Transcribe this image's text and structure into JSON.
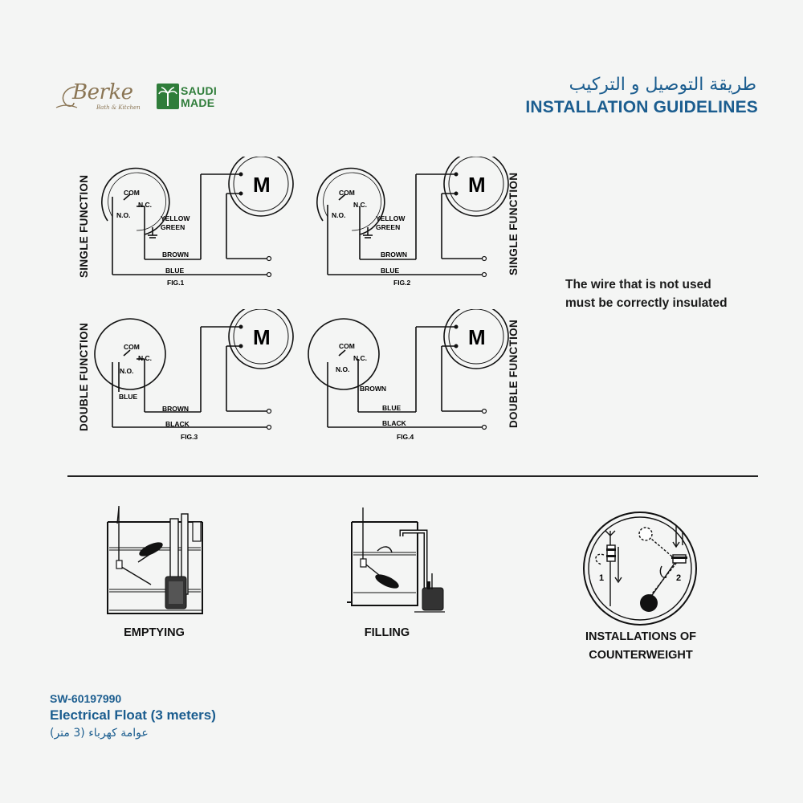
{
  "header": {
    "brand_name": "Berke",
    "brand_tagline": "Bath & Kitchen",
    "saudi_made_line1": "SAUDI",
    "saudi_made_line2": "MADE",
    "title_ar": "طريقة التوصيل و التركيب",
    "title_en": "INSTALLATION GUIDELINES"
  },
  "labels": {
    "single_function": "SINGLE FUNCTION",
    "double_function": "DOUBLE FUNCTION"
  },
  "figures": {
    "fig1": {
      "caption": "FIG.1",
      "com": "COM",
      "no": "N.O.",
      "nc": "N.C.",
      "yellow": "YELLOW",
      "green": "GREEN",
      "wire_top": "BROWN",
      "wire_bottom": "BLUE",
      "motor": "M"
    },
    "fig2": {
      "caption": "FIG.2",
      "com": "COM",
      "no": "N.O.",
      "nc": "N.C.",
      "yellow": "YELLOW",
      "green": "GREEN",
      "wire_top": "BROWN",
      "wire_bottom": "BLUE",
      "motor": "M"
    },
    "fig3": {
      "caption": "FIG.3",
      "com": "COM",
      "no": "N.O.",
      "nc": "N.C.",
      "inner": "BLUE",
      "wire_top": "BROWN",
      "wire_bottom": "BLACK",
      "motor": "M"
    },
    "fig4": {
      "caption": "FIG.4",
      "com": "COM",
      "no": "N.O.",
      "nc": "N.C.",
      "inner": "BROWN",
      "wire_top": "BLUE",
      "wire_bottom": "BLACK",
      "motor": "M"
    }
  },
  "note": {
    "line1": "The wire that is not used",
    "line2": "must be correctly insulated"
  },
  "installations": {
    "emptying": "EMPTYING",
    "filling": "FILLING",
    "counter_line1": "INSTALLATIONS OF",
    "counter_line2": "COUNTERWEIGHT",
    "step1": "1",
    "step2": "2"
  },
  "product": {
    "sku": "SW-60197990",
    "name_en": "Electrical Float (3 meters)",
    "name_ar": "عوامة كهرباء (3 متر)"
  },
  "colors": {
    "accent": "#1b5d8f",
    "brand_gold": "#8a7554",
    "saudi_green": "#2f7d3a"
  }
}
